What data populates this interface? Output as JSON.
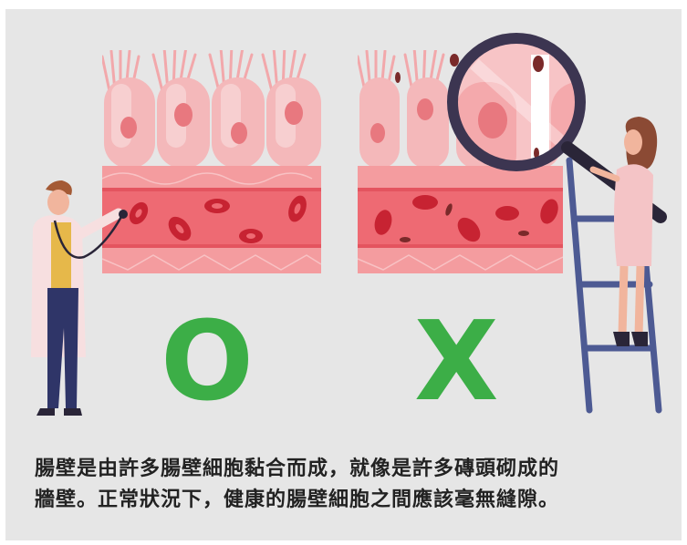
{
  "marks": {
    "correct": "O",
    "incorrect": "X"
  },
  "caption": {
    "line1": "腸壁是由許多腸壁細胞黏合而成，就像是許多磚頭砌成的",
    "line2": "牆壁。正常狀況下，健康的腸壁細胞之間應該毫無縫隙。"
  },
  "colors": {
    "background": "#e6e6e6",
    "mark_green": "#3cae47",
    "cell_pink": "#f4b6b8",
    "blood_red": "#e4545f",
    "lens_frame": "#3c3551",
    "ladder": "#4d5a93"
  },
  "icons": {
    "healthy_wall": "intestinal-wall-healthy-illustration",
    "leaky_wall": "intestinal-wall-leaky-illustration",
    "doctor": "doctor-with-stethoscope-illustration",
    "researcher": "researcher-on-ladder-illustration",
    "magnifier": "magnifying-glass-icon"
  }
}
